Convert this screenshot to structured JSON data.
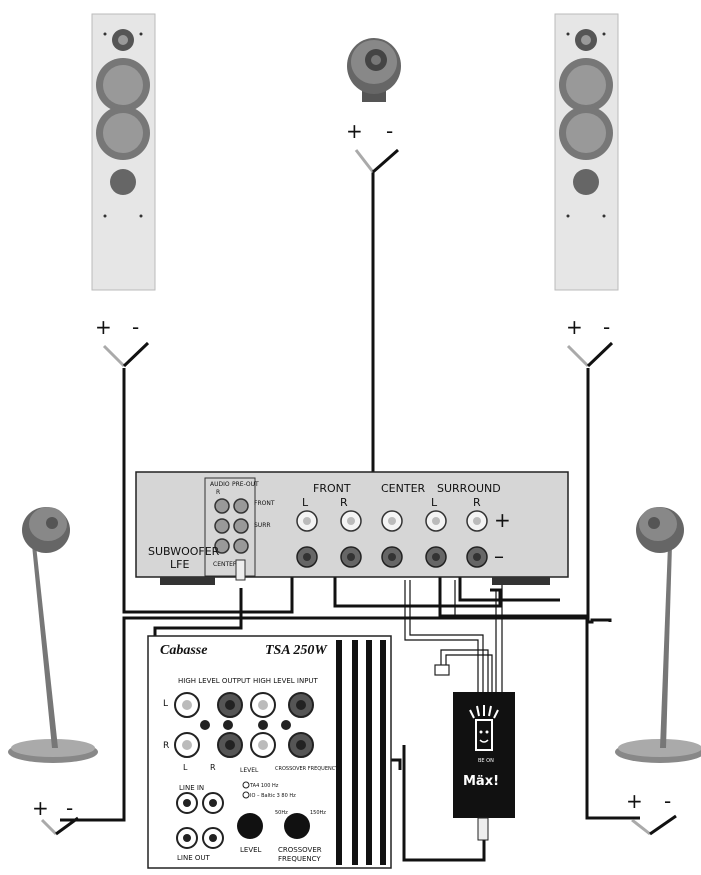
{
  "receiver": {
    "sub_label_1": "SUBWOOFER",
    "sub_label_2": "LFE",
    "front_label": "FRONT",
    "center_label": "CENTER",
    "surround_label": "SURROUND",
    "front_l": "L",
    "front_r": "R",
    "surround_l": "L",
    "surround_r": "R",
    "plus": "+",
    "minus": "–",
    "preout_audio": "AUDIO",
    "preout_label": "PRE-OUT",
    "preout_r": "R",
    "preout_front": "FRONT",
    "preout_surr": "SURR",
    "preout_center": "CENTER"
  },
  "speakers": {
    "front_left_plus": "+",
    "front_left_minus": "-",
    "front_right_plus": "+",
    "front_right_minus": "-",
    "center_plus": "+",
    "center_minus": "-",
    "surround_left_plus": "+",
    "surround_left_minus": "-",
    "surround_right_plus": "+",
    "surround_right_minus": "-"
  },
  "subwoofer_amp": {
    "brand": "Cabasse",
    "model": "TSA 250W",
    "high_level_output": "HIGH LEVEL OUTPUT",
    "high_level_input": "HIGH LEVEL INPUT",
    "ch_l": "L",
    "ch_r": "R",
    "line_in": "LINE IN",
    "line_out": "LINE OUT",
    "level": "LEVEL",
    "level_small": "LEVEL",
    "crossover": "CROSSOVER",
    "frequency": "FREQUENCY",
    "crossover_small": "CROSSOVER FREQUENCY",
    "opt_1": "TA4  100 Hz",
    "opt_2": "IO – Baltic 3   80 Hz",
    "dial_left": "50Hz",
    "dial_right": "150Hz",
    "level_l": "L",
    "level_r": "R"
  },
  "max_box": {
    "label": "Mäx!",
    "small": "BE ON"
  }
}
